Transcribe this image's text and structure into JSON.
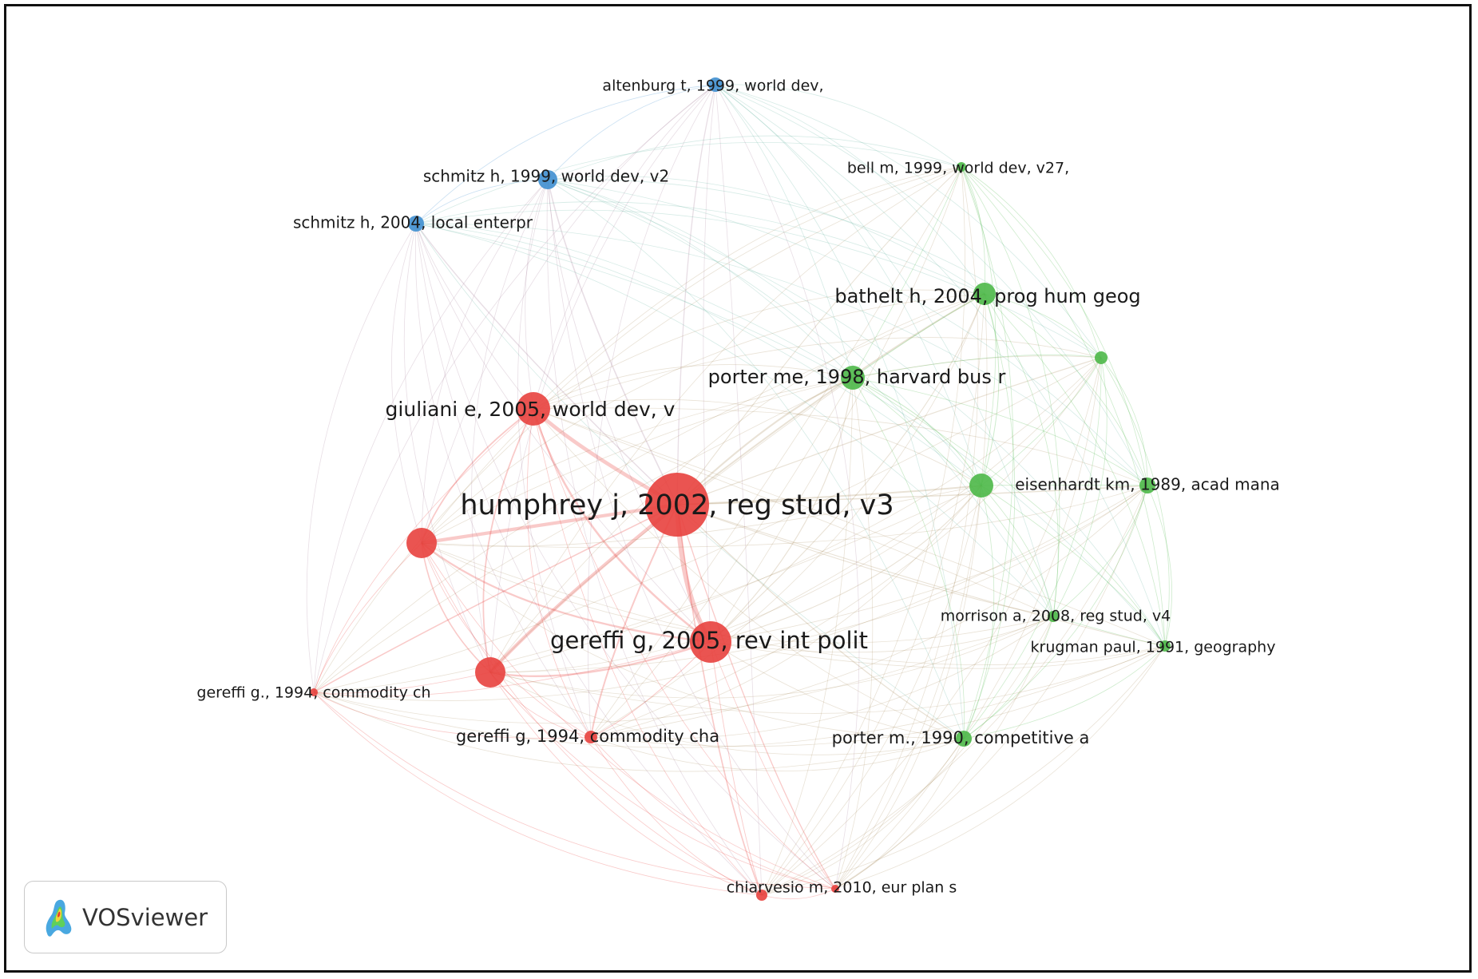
{
  "nodes": [
    {
      "id": "humphrey",
      "label": "humphrey j, 2002, reg stud, v3",
      "cluster": "red",
      "weight": 100
    },
    {
      "id": "gereffi2005",
      "label": "gereffi g, 2005, rev int polit",
      "cluster": "red",
      "weight": 55
    },
    {
      "id": "giuliani",
      "label": "giuliani e, 2005, world dev, v",
      "cluster": "red",
      "weight": 42
    },
    {
      "id": "red_unlabeled_a",
      "label": "",
      "cluster": "red",
      "weight": 38
    },
    {
      "id": "red_unlabeled_b",
      "label": "",
      "cluster": "red",
      "weight": 38
    },
    {
      "id": "gereffi1994ch",
      "label": "gereffi g., 1994, commodity ch",
      "cluster": "red",
      "weight": 14
    },
    {
      "id": "gereffi1994cha",
      "label": "gereffi g, 1994, commodity cha",
      "cluster": "red",
      "weight": 18
    },
    {
      "id": "chiarvesio",
      "label": "chiarvesio m, 2010, eur plan s",
      "cluster": "red",
      "weight": 15
    },
    {
      "id": "red_unlabeled_c",
      "label": "",
      "cluster": "red",
      "weight": 12
    },
    {
      "id": "altenburg",
      "label": "altenburg t, 1999, world dev,",
      "cluster": "blue",
      "weight": 20
    },
    {
      "id": "schmitz1999",
      "label": "schmitz h, 1999, world dev, v2",
      "cluster": "blue",
      "weight": 24
    },
    {
      "id": "schmitz2004",
      "label": "schmitz h, 2004, local enterpr",
      "cluster": "blue",
      "weight": 22
    },
    {
      "id": "bell",
      "label": "bell m, 1999, world dev, v27,",
      "cluster": "green",
      "weight": 16
    },
    {
      "id": "bathelt",
      "label": "bathelt h, 2004, prog hum geog",
      "cluster": "green",
      "weight": 30
    },
    {
      "id": "porter1998",
      "label": "porter me, 1998, harvard bus r",
      "cluster": "green",
      "weight": 32
    },
    {
      "id": "green_unlabeled_a",
      "label": "",
      "cluster": "green",
      "weight": 18
    },
    {
      "id": "green_unlabeled_b",
      "label": "",
      "cluster": "green",
      "weight": 30
    },
    {
      "id": "eisenhardt",
      "label": "eisenhardt km, 1989, acad mana",
      "cluster": "green",
      "weight": 22
    },
    {
      "id": "morrison",
      "label": "morrison a, 2008, reg stud, v4",
      "cluster": "green",
      "weight": 16
    },
    {
      "id": "krugman",
      "label": "krugman paul, 1991, geography",
      "cluster": "green",
      "weight": 16
    },
    {
      "id": "porter1990",
      "label": "porter m., 1990, competitive a",
      "cluster": "green",
      "weight": 20
    }
  ],
  "colors": {
    "red": "#e8413e",
    "green": "#4cb848",
    "blue": "#3f8fd0"
  },
  "logo": {
    "text": "VOSviewer",
    "icon": "vosviewer-heatmap-icon"
  }
}
